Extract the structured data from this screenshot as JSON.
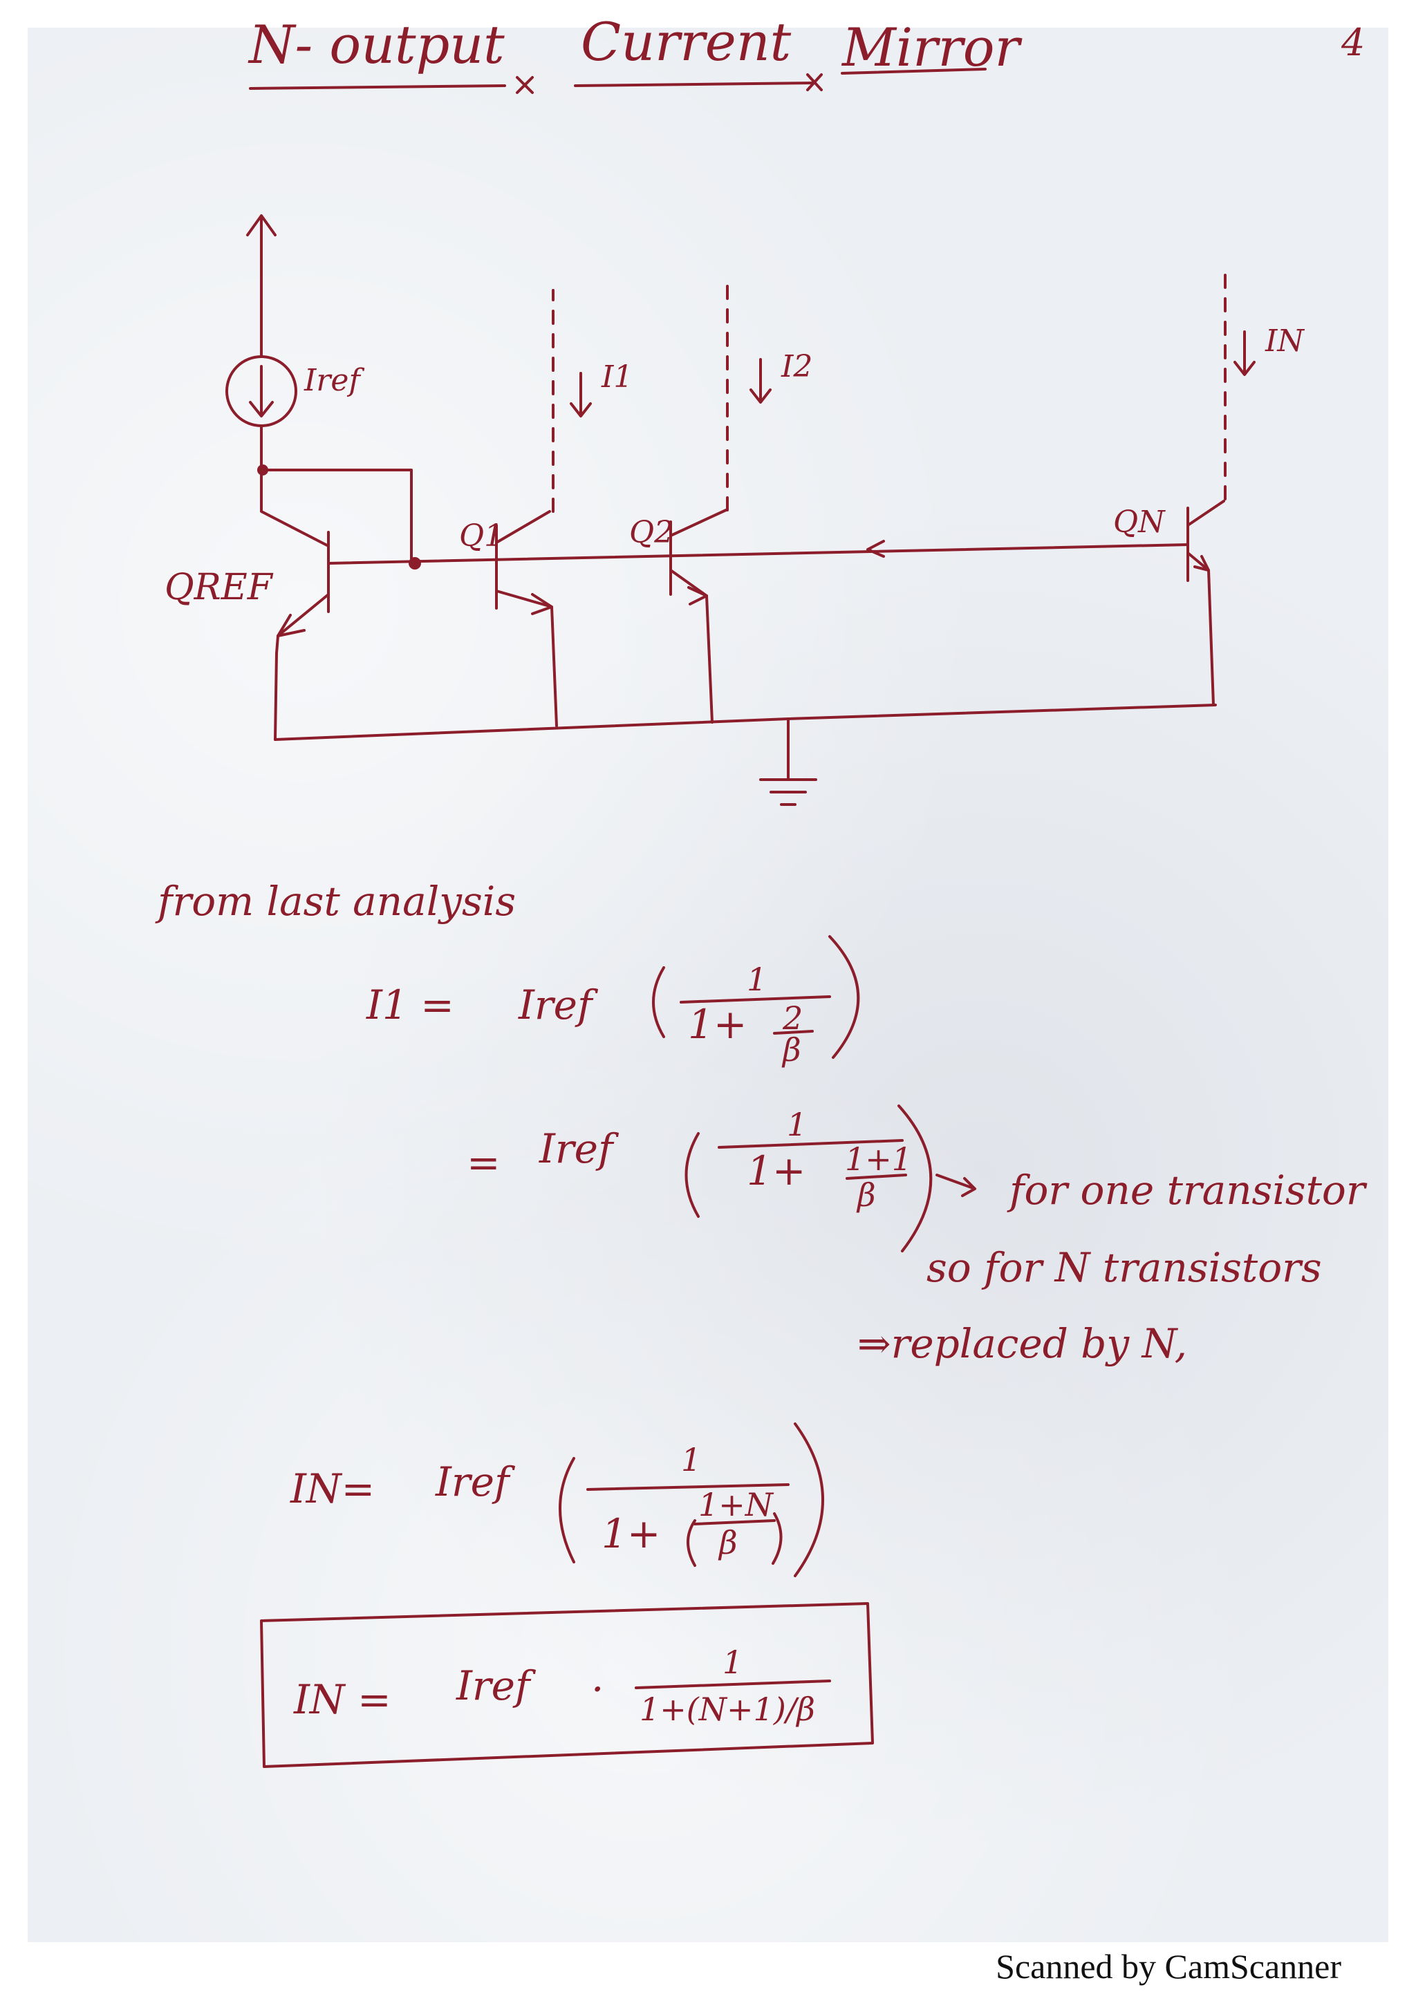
{
  "title": {
    "n_output": "N- output",
    "current": "Current",
    "mirror": "Mirror",
    "page_number": "4"
  },
  "circuit": {
    "iref_label": "Iref",
    "qref_label": "QREF",
    "q1_label": "Q1",
    "q2_label": "Q2",
    "qn_label": "QN",
    "i1_label": "I1",
    "i2_label": "I2",
    "in_label": "IN"
  },
  "analysis": {
    "from_text": "from last analysis",
    "i1_lhs": "I1 =",
    "iref_1": "Iref",
    "i1_num": "1",
    "i1_den_one": "1+",
    "i1_den_num": "2",
    "beta_1": "β",
    "eq2_lhs": "=",
    "iref_2": "Iref",
    "eq2_num": "1",
    "eq2_den_one": "1+",
    "eq2_den_num": "1+1",
    "beta_2": "β",
    "note_one": "for one transistor",
    "note_n": "so for N transistors",
    "note_replace": "⇒replaced by N,",
    "in_lhs": "IN=",
    "iref_3": "Iref",
    "in_num": "1",
    "in_den_one": "1+",
    "in_den_num": "1+N",
    "beta_3": "β",
    "boxed_lhs": "IN =",
    "iref_4": "Iref",
    "boxed_dot": "·",
    "boxed_num": "1",
    "boxed_den": "1+(N+1)/β"
  },
  "watermark": "Scanned by CamScanner"
}
